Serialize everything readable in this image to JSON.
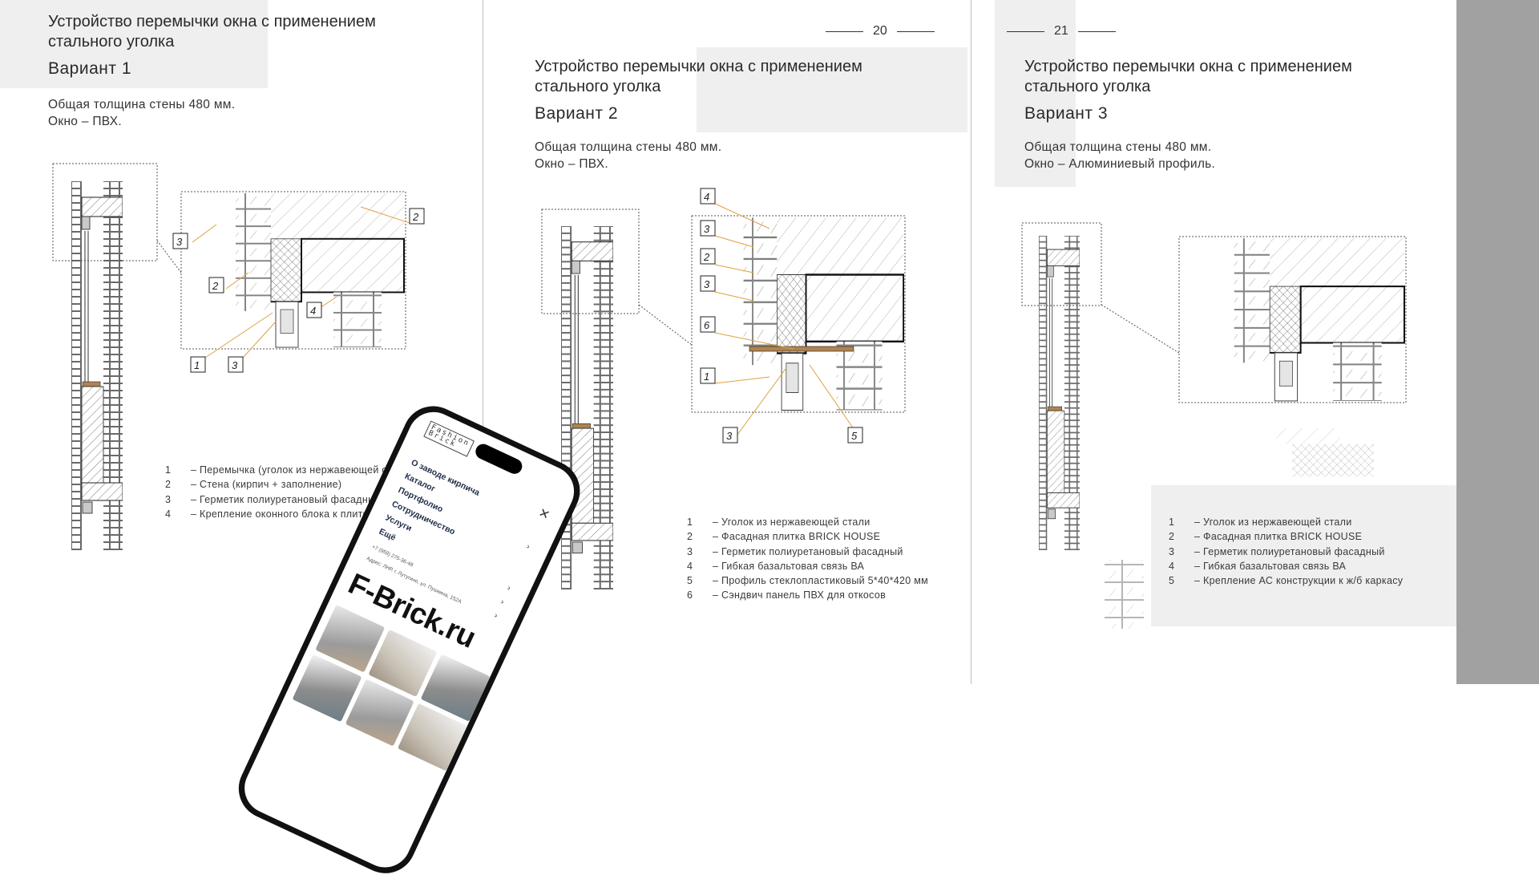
{
  "pages": [
    {
      "title_line1": "Устройство перемычки окна с применением",
      "title_line2": "стального уголка",
      "variant": "Вариант 1",
      "desc_line1": "Общая толщина стены 480 мм.",
      "desc_line2": "Окно – ПВХ.",
      "callouts": [
        "2",
        "3",
        "2",
        "4",
        "1",
        "3"
      ],
      "legend": [
        {
          "num": "1",
          "text": "–  Перемычка (уголок из нержавеющей стали)"
        },
        {
          "num": "2",
          "text": "–  Стена (кирпич + заполнение)"
        },
        {
          "num": "3",
          "text": "–  Герметик полиуретановый фасадный"
        },
        {
          "num": "4",
          "text": "–  Крепление оконного блока к плите"
        }
      ]
    },
    {
      "page_number": "20",
      "title_line1": "Устройство перемычки окна с применением",
      "title_line2": "стального уголка",
      "variant": "Вариант 2",
      "desc_line1": "Общая толщина стены 480 мм.",
      "desc_line2": "Окно – ПВХ.",
      "callouts": [
        "4",
        "3",
        "2",
        "3",
        "6",
        "1",
        "3",
        "5"
      ],
      "legend": [
        {
          "num": "1",
          "text": "–  Уголок из нержавеющей стали"
        },
        {
          "num": "2",
          "text": "–  Фасадная плитка BRICK HOUSE"
        },
        {
          "num": "3",
          "text": "–  Герметик полиуретановый фасадный"
        },
        {
          "num": "4",
          "text": "–  Гибкая базальтовая связь ВА"
        },
        {
          "num": "5",
          "text": "–  Профиль стеклопластиковый 5*40*420 мм"
        },
        {
          "num": "6",
          "text": "–  Сэндвич панель ПВХ для откосов"
        }
      ]
    },
    {
      "page_number": "21",
      "title_line1": "Устройство перемычки окна с применением",
      "title_line2": "стального уголка",
      "variant": "Вариант 3",
      "desc_line1": "Общая толщина стены 480 мм.",
      "desc_line2": "Окно – Алюминиевый профиль.",
      "legend": [
        {
          "num": "1",
          "text": "–  Уголок из нержавеющей стали"
        },
        {
          "num": "2",
          "text": "–  Фасадная плитка BRICK HOUSE"
        },
        {
          "num": "3",
          "text": "–  Герметик полиуретановый фасадный"
        },
        {
          "num": "4",
          "text": "–  Гибкая базальтовая связь ВА"
        },
        {
          "num": "5",
          "text": "–  Крепление АС конструкции к ж/б каркасу"
        }
      ]
    }
  ],
  "phone": {
    "logo_line1": "Fashion",
    "logo_line2": "Brick",
    "menu": [
      "О заводе кирпича",
      "Каталог",
      "Портфолио",
      "Сотрудничество",
      "Услуги",
      "Ещё"
    ],
    "phone_number": "+7 (959) 275-36-48",
    "address": "Адрес: ЛНР, г. Лутугино, ул. Пушкина, 152А",
    "brand": "F-Brick.ru"
  },
  "colors": {
    "accent_line": "#e0a040",
    "background_grey": "#efefef",
    "side_band": "#a1a1a1"
  }
}
